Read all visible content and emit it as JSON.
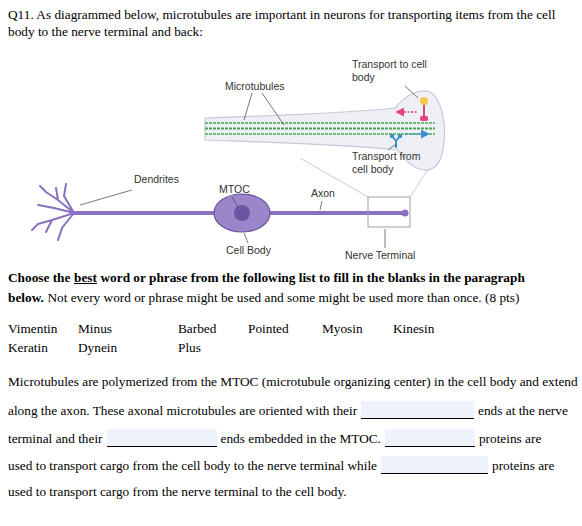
{
  "diagram": {
    "title": "Q11. As diagrammed below, microtubules are important in neurons for transporting items from the cell body to the nerve terminal and back:",
    "labels": [
      "Microtubules",
      "Transport to cell body",
      "Transport from cell body",
      "Dendrites",
      "MTOC",
      "Axon",
      "Cell Body",
      "Nerve Terminal",
      "Choose the",
      "best",
      "word or phrase from the following list to fill in the blanks in the paragraph below.",
      "Not every word or phrase might be used and some might be used more than once. (8 pts)",
      "Vimentin",
      "Minus",
      "Barbed",
      "Pointed",
      "Myosin",
      "Kinesin",
      "Keratin",
      "Dynein",
      "Plus",
      "Microtubules are polymerized from the MTOC (microtubule organizing center) in the cell body and extend",
      "along the axon. These axonal microtubules are oriented with their",
      "ends at the nerve",
      "terminal and their",
      "ends embedded in the MTOC.",
      "proteins are",
      "used to transport cargo from the cell body to the nerve terminal while",
      "proteins are",
      "used to transport cargo from the nerve terminal to the cell body."
    ]
  }
}
